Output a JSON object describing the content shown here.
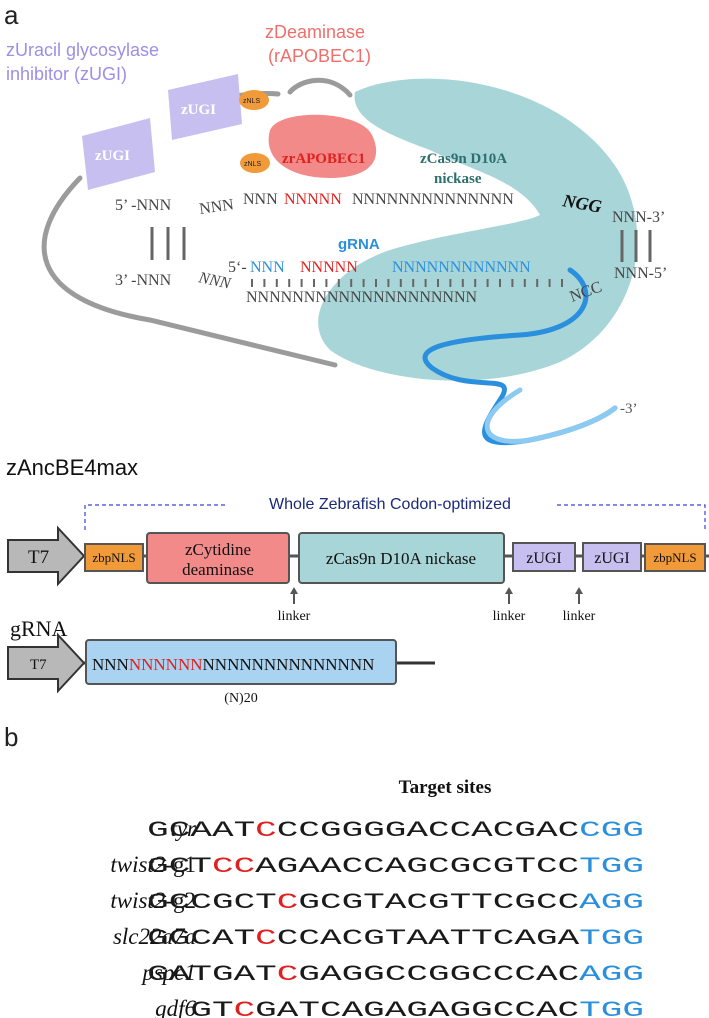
{
  "panel_a": {
    "label": "a",
    "ugi_title": [
      "zUracil glycosylase",
      "inhibitor (zUGI)"
    ],
    "deaminase_title": [
      "zDeaminase",
      "(rAPOBEC1)"
    ],
    "ugi_block": "zUGI",
    "nls": "zNLS",
    "apobec": "zrAPOBEC1",
    "cas9": [
      "zCas9n D10A",
      "nickase"
    ],
    "top_strand": {
      "prefix": "5’ -NNN",
      "twisted": "NNN",
      "pre": "NNN",
      "edit": "NNNNN",
      "post": "NNNNNNNNNNNNNN",
      "pam": "NGG",
      "suffix": "NNN-3’"
    },
    "bottom_left": "3’ -NNN",
    "bottom_twisted": "NNN",
    "bottom_middle": "NNNNNNNNNNNNNNNNNNNN",
    "bottom_ncc": "NCC",
    "bottom_right": "NNN-5’",
    "grna_label": "gRNA",
    "grna_strand": {
      "prefix": "5‘-",
      "pre": "NNN",
      "edit": "NNNNN",
      "post": "NNNNNNNNNNNN"
    },
    "grna_tail": "-3’"
  },
  "construct": {
    "title": "zAncBE4max",
    "bracket_label": "Whole Zebrafish Codon-optimized",
    "promoter": "T7",
    "nls_left": "zbpNLS",
    "deaminase": [
      "zCytidine",
      "deaminase"
    ],
    "cas9": "zCas9n D10A nickase",
    "ugi": "zUGI",
    "nls_right": "zbpNLS",
    "linker": "linker"
  },
  "grna_construct": {
    "title": "gRNA",
    "promoter": "T7",
    "pre": "NNN",
    "edit": "NNNNNN",
    "post": "NNNNNNNNNNNNNN",
    "caption": "(N)20"
  },
  "panel_b": {
    "label": "b",
    "header": "Target sites",
    "rows": [
      {
        "gene": "tyr",
        "suffix": "",
        "seq": [
          [
            "GCAAT",
            "k"
          ],
          [
            "C",
            "r"
          ],
          [
            "CCGGGGACCACGAC",
            "k"
          ],
          [
            "CGG",
            "b"
          ]
        ]
      },
      {
        "gene": "twist2",
        "suffix": "-g1",
        "seq": [
          [
            "GCT",
            "k"
          ],
          [
            "CC",
            "r"
          ],
          [
            "AGAACCAGCGCGTCC",
            "k"
          ],
          [
            "TGG",
            "b"
          ]
        ]
      },
      {
        "gene": "twist2",
        "suffix": "-g2",
        "seq": [
          [
            "GCCGCT",
            "k"
          ],
          [
            "C",
            "r"
          ],
          [
            "GCGTACGTTCGCC",
            "k"
          ],
          [
            "AGG",
            "b"
          ]
        ]
      },
      {
        "gene": "slc22a7a",
        "suffix": "",
        "seq": [
          [
            "GGCAT",
            "k"
          ],
          [
            "C",
            "r"
          ],
          [
            "CCACGTAATTCAGA",
            "k"
          ],
          [
            "TGG",
            "b"
          ]
        ]
      },
      {
        "gene": "pspc1",
        "suffix": "",
        "seq": [
          [
            "GATGAT",
            "k"
          ],
          [
            "C",
            "r"
          ],
          [
            "GAGGCCGGCCCAC",
            "k"
          ],
          [
            "AGG",
            "b"
          ]
        ]
      },
      {
        "gene": "gdf6",
        "suffix": "",
        "seq": [
          [
            "GT",
            "k"
          ],
          [
            "C",
            "r"
          ],
          [
            "GATCAGAGAGGCCAC",
            "k"
          ],
          [
            "TGG",
            "b"
          ]
        ]
      }
    ]
  },
  "colors": {
    "red": "#e0201e",
    "blue": "#2a8fdc",
    "ugi": "#c7bff0",
    "ugi_text": "#9c8fe6",
    "apobec": "#f28a8a",
    "apobec_text": "#ef6f6a",
    "cas9": "#a8d5d7",
    "cas9_text": "#2d6f6f",
    "nls": "#f09a3a",
    "grna_box": "#a9d3f0",
    "navy": "#1b2a78"
  }
}
